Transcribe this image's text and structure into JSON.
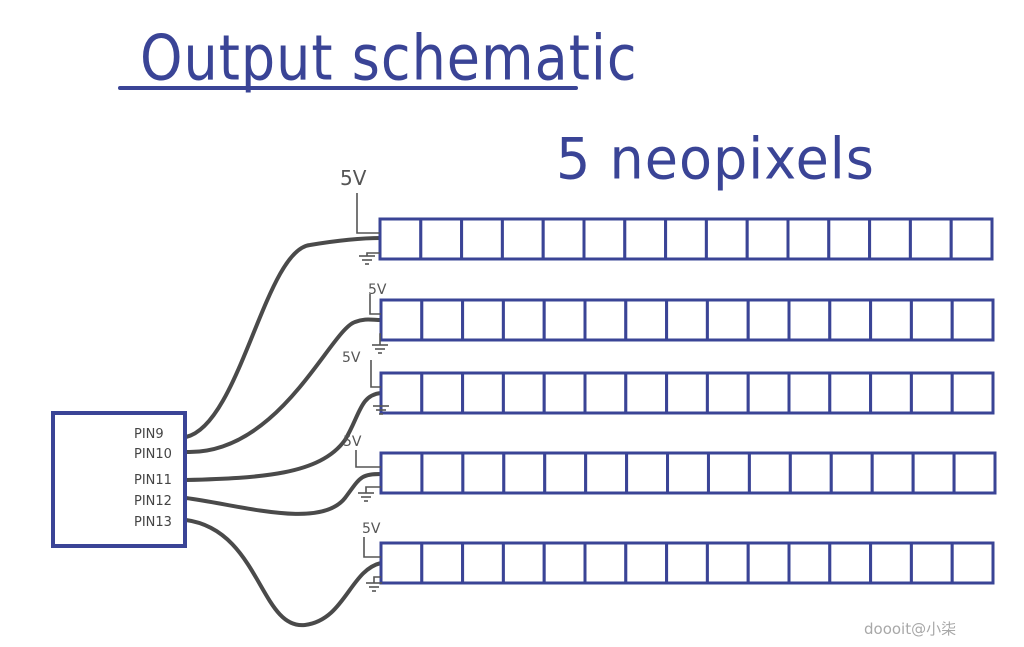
{
  "title": "Output schematic",
  "subtitle": "5 neopixels",
  "controller": {
    "pins": [
      "PIN9",
      "PIN10",
      "PIN11",
      "PIN12",
      "PIN13"
    ]
  },
  "strips": [
    {
      "power_label": "5V",
      "cells": 15
    },
    {
      "power_label": "5V",
      "cells": 15
    },
    {
      "power_label": "5V",
      "cells": 15
    },
    {
      "power_label": "5V",
      "cells": 15
    },
    {
      "power_label": "5V",
      "cells": 15
    }
  ],
  "watermark": "doooit@小柒",
  "colors": {
    "ink": "#3a4496",
    "wire": "#4a4a4a",
    "power": "#555555"
  }
}
